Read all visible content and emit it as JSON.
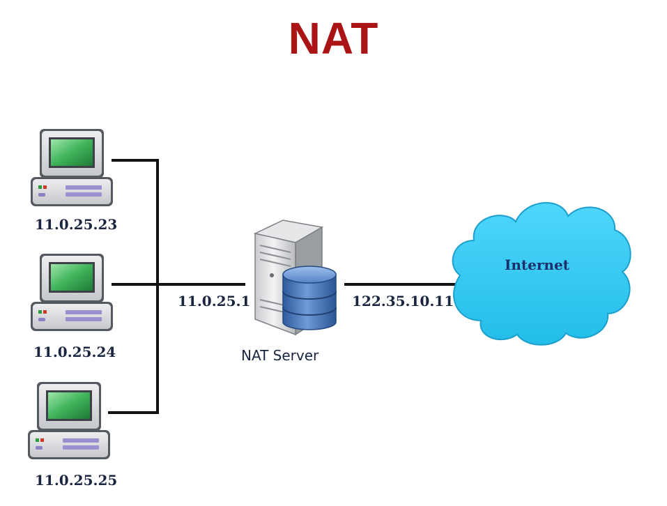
{
  "title": "NAT",
  "hosts": [
    {
      "ip": "11.0.25.23"
    },
    {
      "ip": "11.0.25.24"
    },
    {
      "ip": "11.0.25.25"
    }
  ],
  "server": {
    "label": "NAT Server",
    "inside_ip": "11.0.25.1",
    "outside_ip": "122.35.10.11"
  },
  "internet": {
    "label": "Internet"
  },
  "colors": {
    "title": "#aa1414",
    "cloud": "#36ccf5",
    "screen": "#2f9a4a",
    "database": "#3d6fb5"
  }
}
